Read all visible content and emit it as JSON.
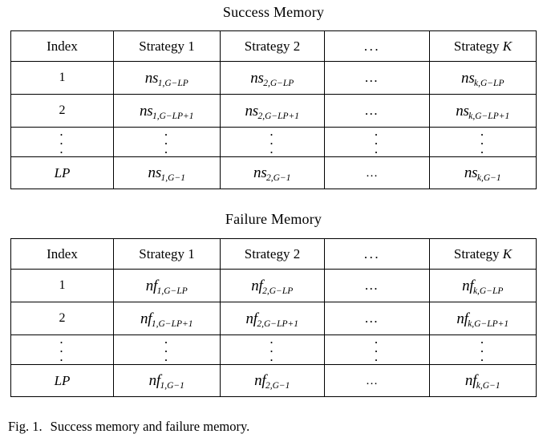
{
  "figure": {
    "caption_label": "Fig. 1.",
    "caption_text": "Success memory and failure memory.",
    "ink_color": "#000000",
    "background_color": "#ffffff"
  },
  "tables": [
    {
      "title": "Success Memory",
      "symbol": "ns",
      "columns": [
        {
          "label_plain": "Index",
          "label_italic": ""
        },
        {
          "label_plain": "Strategy 1",
          "label_italic": ""
        },
        {
          "label_plain": "Strategy 2",
          "label_italic": ""
        },
        {
          "label_plain": "...",
          "label_italic": ""
        },
        {
          "label_plain": "Strategy ",
          "label_italic": "K"
        }
      ],
      "rows": [
        {
          "index": "1",
          "index_italic": false,
          "cells": [
            {
              "base": "ns",
              "sub": "1,G−LP"
            },
            {
              "base": "ns",
              "sub": "2,G−LP"
            },
            {
              "dots": "…"
            },
            {
              "base": "ns",
              "sub": "k,G−LP"
            }
          ]
        },
        {
          "index": "2",
          "index_italic": false,
          "cells": [
            {
              "base": "ns",
              "sub": "1,G−LP+1"
            },
            {
              "base": "ns",
              "sub": "2,G−LP+1"
            },
            {
              "dots": "…"
            },
            {
              "base": "ns",
              "sub": "k,G−LP+1"
            }
          ]
        },
        {
          "index": "vdots",
          "index_italic": false,
          "vertical_dots": true,
          "cells": [
            {
              "vdots": true
            },
            {
              "vdots": true
            },
            {
              "vdots": true
            },
            {
              "vdots": true
            }
          ]
        },
        {
          "index": "LP",
          "index_italic": true,
          "cells": [
            {
              "base": "ns",
              "sub": "1,G−1"
            },
            {
              "base": "ns",
              "sub": "2,G−1"
            },
            {
              "dots": "…"
            },
            {
              "base": "ns",
              "sub": "k,G−1"
            }
          ]
        }
      ]
    },
    {
      "title": "Failure Memory",
      "symbol": "nf",
      "columns": [
        {
          "label_plain": "Index",
          "label_italic": ""
        },
        {
          "label_plain": "Strategy 1",
          "label_italic": ""
        },
        {
          "label_plain": "Strategy 2",
          "label_italic": ""
        },
        {
          "label_plain": "...",
          "label_italic": ""
        },
        {
          "label_plain": "Strategy ",
          "label_italic": "K"
        }
      ],
      "rows": [
        {
          "index": "1",
          "index_italic": false,
          "cells": [
            {
              "base": "nf",
              "sub": "1,G−LP"
            },
            {
              "base": "nf",
              "sub": "2,G−LP"
            },
            {
              "dots": "…"
            },
            {
              "base": "nf",
              "sub": "k,G−LP"
            }
          ]
        },
        {
          "index": "2",
          "index_italic": false,
          "cells": [
            {
              "base": "nf",
              "sub": "1,G−LP+1"
            },
            {
              "base": "nf",
              "sub": "2,G−LP+1"
            },
            {
              "dots": "…"
            },
            {
              "base": "nf",
              "sub": "k,G−LP+1"
            }
          ]
        },
        {
          "index": "vdots",
          "index_italic": false,
          "vertical_dots": true,
          "cells": [
            {
              "vdots": true
            },
            {
              "vdots": true
            },
            {
              "vdots": true
            },
            {
              "vdots": true
            }
          ]
        },
        {
          "index": "LP",
          "index_italic": true,
          "cells": [
            {
              "base": "nf",
              "sub": "1,G−1"
            },
            {
              "base": "nf",
              "sub": "2,G−1"
            },
            {
              "dots": "…"
            },
            {
              "base": "nf",
              "sub": "k,G−1"
            }
          ]
        }
      ]
    }
  ]
}
